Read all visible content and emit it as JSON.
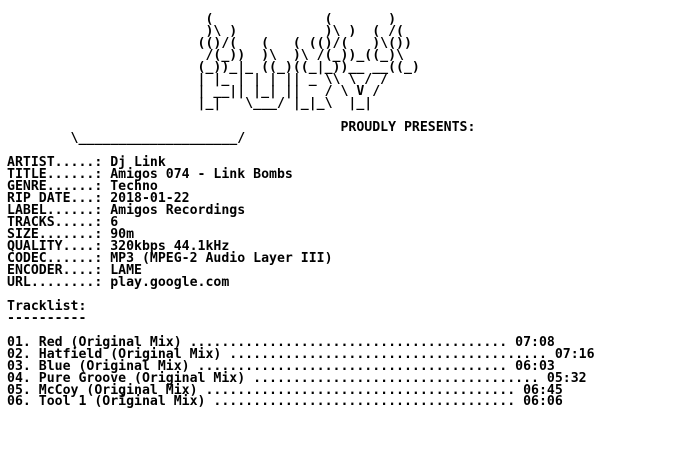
{
  "lines": [
    "",
    "                         (              (       )",
    "                         )\\ )           )\\ )  ( /(",
    "                        (()/(   (   ( (()/(   )\\())",
    "                         /(_))  )\\  )\\ /(_))_((_)\\",
    "                        (_))_|_ ((_)((_|_))__ __((_)",
    "                        | |_ | | | || _ \\\\ \\ / /",
    "                        | __|| |_| ||   / \\ V /",
    "                        |_|   \\___/ |_|_\\  |_|",
    "",
    "                                          PROUDLY PRESENTS:",
    "        \\____________________/",
    "",
    "ARTIST.....: Dj Link",
    "TITLE......: Amigos 074 - Link Bombs",
    "GENRE......: Techno",
    "RIP DATE...: 2018-01-22",
    "LABEL......: Amigos Recordings",
    "TRACKS.....: 6",
    "SIZE.......: 90m",
    "QUALITY....: 320kbps 44.1kHz",
    "CODEC......: MP3 (MPEG-2 Audio Layer III)",
    "ENCODER....: LAME",
    "URL........: play.google.com",
    "",
    "Tracklist:",
    "----------",
    "",
    "01. Red (Original Mix) ........................................ 07:08",
    "02. Hatfield (Original Mix) ........................................ 07:16",
    "03. Blue (Original Mix) ....................................... 06:03",
    "04. Pure Groove (Original Mix) .................................... 05:32",
    "05. McCoy (Original Mix) ....................................... 06:45",
    "06. Tool 1 (Original Mix) ...................................... 06:06"
  ]
}
